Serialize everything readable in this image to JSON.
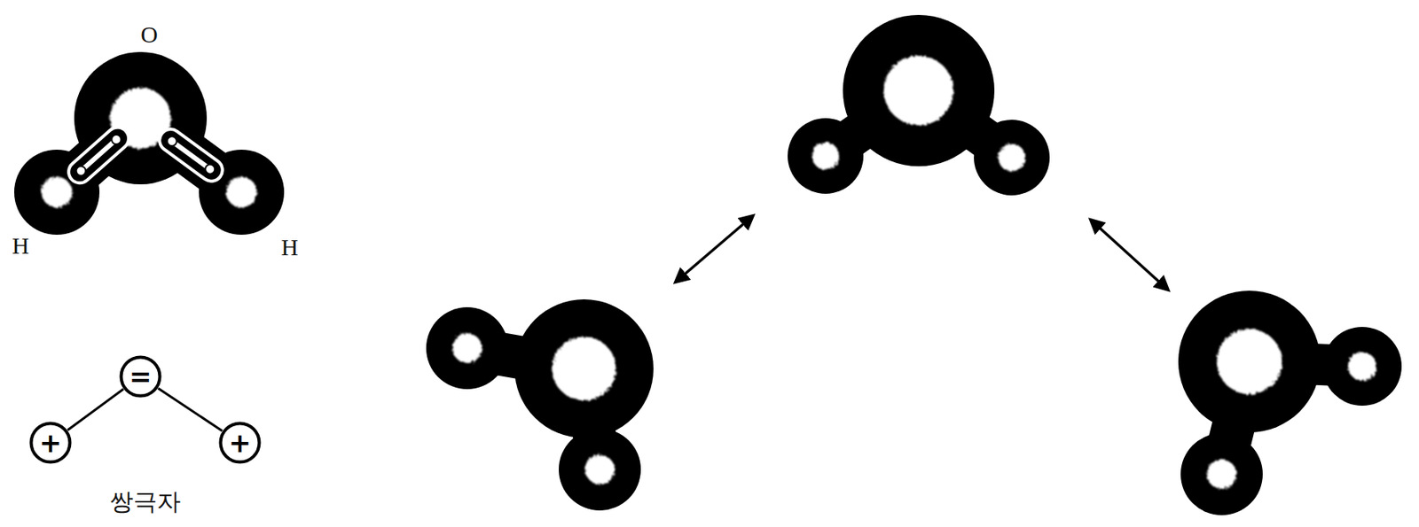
{
  "diagram": {
    "nodes": [
      {
        "text": [
          "="
        ]
      },
      {
        "text": [
          "+"
        ]
      },
      {
        "text": [
          "+"
        ]
      }
    ],
    "edges": [
      {
        "from": 0,
        "to": 1,
        "arrow": "none"
      },
      {
        "from": 0,
        "to": 2,
        "arrow": "none"
      }
    ],
    "labels": [
      "O",
      "H",
      "H",
      "쌍극자"
    ]
  }
}
